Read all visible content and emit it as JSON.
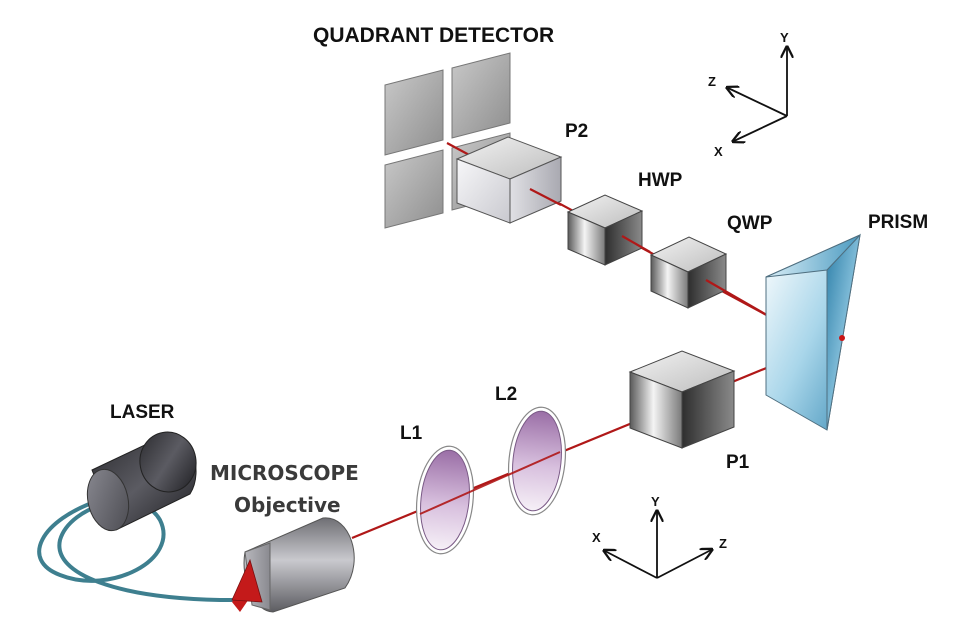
{
  "labels": {
    "quadrant_detector": "QUADRANT DETECTOR",
    "p2": "P2",
    "hwp": "HWP",
    "qwp": "QWP",
    "prism": "PRISM",
    "p1": "P1",
    "l1": "L1",
    "l2": "L2",
    "laser": "LASER",
    "microscope_line1": "MICROSCOPE",
    "microscope_line2": "Objective"
  },
  "axes_top": {
    "y": "Y",
    "z": "Z",
    "x": "X"
  },
  "axes_bottom": {
    "y": "Y",
    "z": "Z",
    "x": "X"
  },
  "colors": {
    "beam": "#b01818",
    "fiber": "#3e7f8f",
    "lens_fill": "#c6a6cf",
    "prism_fill": "#6fb7d6"
  }
}
